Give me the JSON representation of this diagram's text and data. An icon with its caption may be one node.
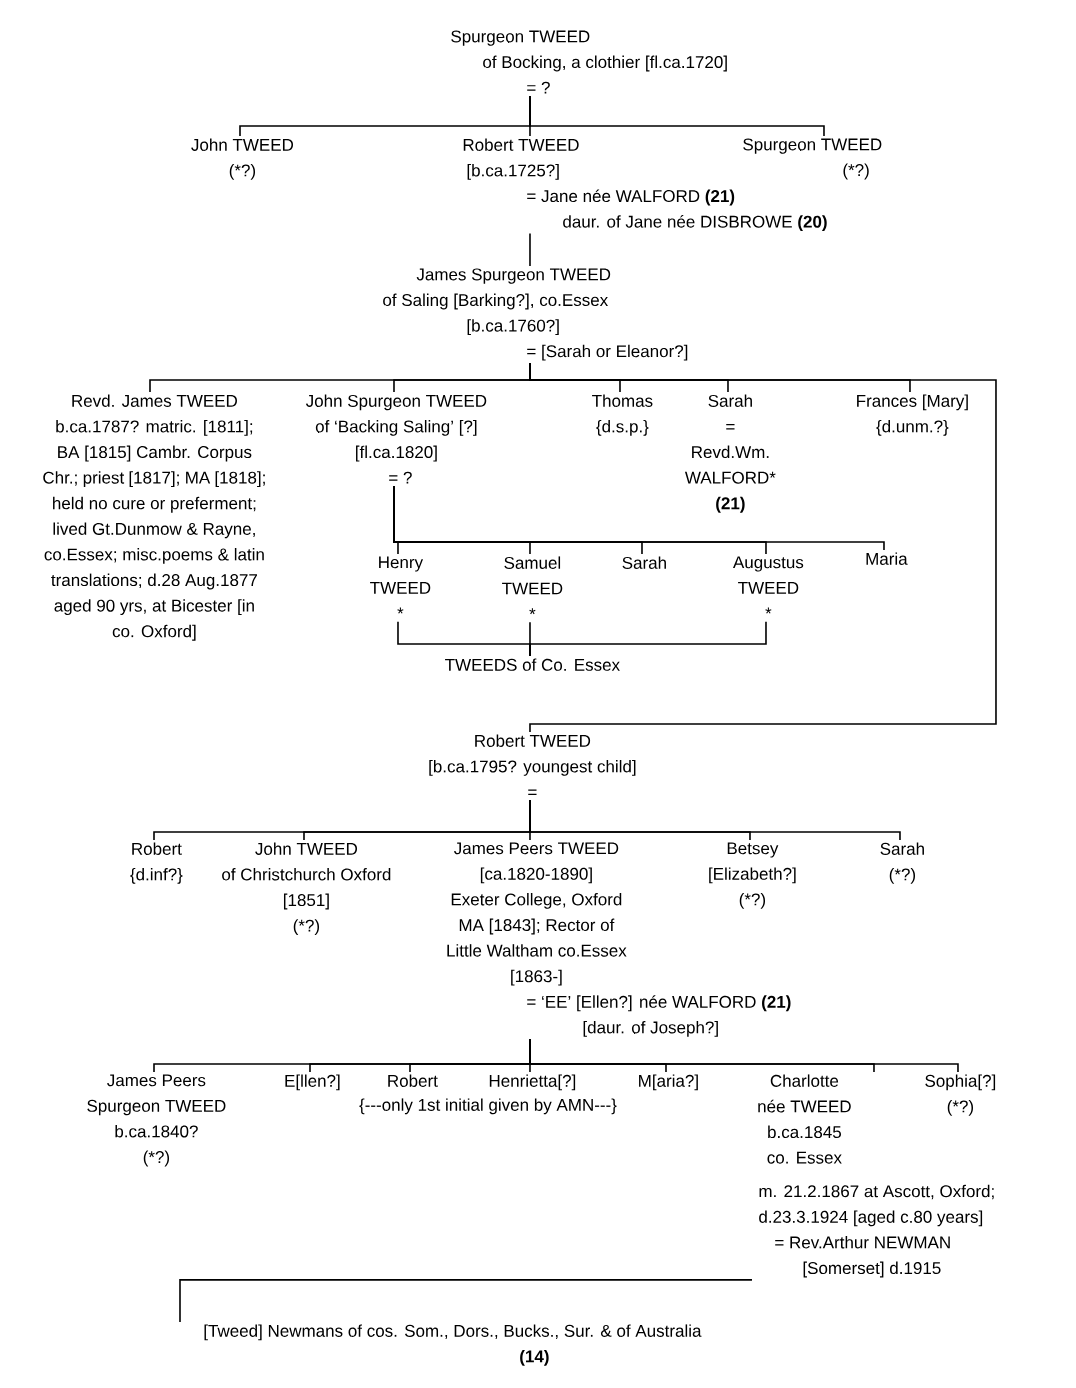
{
  "diagram": {
    "nodes": [
      {
        "text": [
          "Spurgeon TWEED",
          "of Bocking, a clothier [fl.ca.1720]",
          "= ?"
        ]
      },
      {
        "text": [
          "John TWEED",
          "(*?)"
        ]
      },
      {
        "text": [
          "Robert TWEED",
          "[b.ca.1725?]",
          "= Jane née WALFORD **(21)**",
          "daur. of Jane née DISBROWE **(20)**"
        ]
      },
      {
        "text": [
          "Spurgeon TWEED",
          "(*?)"
        ]
      },
      {
        "text": [
          "James Spurgeon TWEED",
          "of Saling [Barking?], co.Essex",
          "[b.ca.1760?]",
          "= [Sarah or Eleanor?]"
        ]
      },
      {
        "text": [
          "Revd. James TWEED b.ca.1787? matric. [1811]; BA [1815] Cambr. Corpus Chr.; priest [1817]; MA [1818]; held no cure or preferment; lived Gt.Dunmow & Rayne, co.Essex; misc.poems & latin translations; d.28 Aug.1877 aged 90 yrs, at Bicester [in co. Oxford]"
        ]
      },
      {
        "text": [
          "John Spurgeon TWEED",
          "of ‘Backing Saling’ [?]",
          "[fl.ca.1820]",
          "= ?"
        ]
      },
      {
        "text": [
          "Thomas",
          "{d.s.p.}"
        ]
      },
      {
        "text": [
          "Sarah",
          "=",
          "Revd.Wm. WALFORD*",
          "(21)"
        ]
      },
      {
        "text": [
          "Frances [Mary]",
          "{d.unm.?}"
        ]
      },
      {
        "text": [
          "Henry TWEED",
          "*"
        ]
      },
      {
        "text": [
          "Samuel TWEED",
          "*"
        ]
      },
      {
        "text": [
          "Sarah"
        ]
      },
      {
        "text": [
          "Augustus TWEED",
          "*"
        ]
      },
      {
        "text": [
          "Maria"
        ]
      },
      {
        "text": [
          "TWEEDS of Co. Essex"
        ]
      },
      {
        "text": [
          "Robert TWEED",
          "[b.ca.1795? youngest child]",
          "="
        ]
      },
      {
        "text": [
          "Robert",
          "{d.inf?}"
        ]
      },
      {
        "text": [
          "John TWEED",
          "of Christchurch Oxford [1851]",
          "(*?)"
        ]
      },
      {
        "text": [
          "James Peers TWEED",
          "[ca.1820-1890]",
          "Exeter College, Oxford MA [1843]; Rector of Little Waltham co.Essex [1863-]",
          "= ‘EE’ [Ellen?] née WALFORD **(21)**",
          "[daur. of Joseph?]"
        ]
      },
      {
        "text": [
          "Betsey",
          "[Elizabeth?]",
          "(*?)"
        ]
      },
      {
        "text": [
          "Sarah",
          "(*?)"
        ]
      },
      {
        "text": [
          "James Peers Spurgeon TWEED",
          "b.ca.1840?",
          "(*?)"
        ]
      },
      {
        "text": [
          "E[llen?]"
        ]
      },
      {
        "text": [
          "Robert"
        ]
      },
      {
        "text": [
          "Henrietta[?]"
        ]
      },
      {
        "text": [
          "M[aria?]"
        ]
      },
      {
        "text": [
          "Charlotte née TWEED",
          "b.ca.1845",
          "co. Essex",
          "m. 21.2.1867 at Ascott, Oxford; d.23.3.1924 [aged c.80 years]",
          "= Rev.Arthur NEWMAN",
          "[Somerset] d.1915"
        ]
      },
      {
        "text": [
          "Sophia[?]",
          "(*?)"
        ]
      },
      {
        "text": [
          "[Tweed] Newmans of cos. Som., Dors., Bucks., Sur. & of Australia",
          "(14)"
        ]
      }
    ],
    "edges": [
      {
        "from": 0,
        "to": 1,
        "arrow": "none"
      },
      {
        "from": 0,
        "to": 2,
        "arrow": "none"
      },
      {
        "from": 0,
        "to": 3,
        "arrow": "none"
      },
      {
        "from": 2,
        "to": 4,
        "arrow": "none"
      },
      {
        "from": 4,
        "to": 5,
        "arrow": "none"
      },
      {
        "from": 4,
        "to": 6,
        "arrow": "none"
      },
      {
        "from": 4,
        "to": 7,
        "arrow": "none"
      },
      {
        "from": 4,
        "to": 8,
        "arrow": "none"
      },
      {
        "from": 4,
        "to": 9,
        "arrow": "none"
      },
      {
        "from": 4,
        "to": 16,
        "arrow": "none"
      },
      {
        "from": 6,
        "to": 10,
        "arrow": "none"
      },
      {
        "from": 6,
        "to": 11,
        "arrow": "none"
      },
      {
        "from": 6,
        "to": 12,
        "arrow": "none"
      },
      {
        "from": 6,
        "to": 13,
        "arrow": "none"
      },
      {
        "from": 6,
        "to": 14,
        "arrow": "none"
      },
      {
        "from": 10,
        "to": 15,
        "arrow": "none"
      },
      {
        "from": 11,
        "to": 15,
        "arrow": "none"
      },
      {
        "from": 13,
        "to": 15,
        "arrow": "none"
      },
      {
        "from": 16,
        "to": 17,
        "arrow": "none"
      },
      {
        "from": 16,
        "to": 18,
        "arrow": "none"
      },
      {
        "from": 16,
        "to": 19,
        "arrow": "none"
      },
      {
        "from": 16,
        "to": 20,
        "arrow": "none"
      },
      {
        "from": 16,
        "to": 21,
        "arrow": "none"
      },
      {
        "from": 19,
        "to": 22,
        "arrow": "none"
      },
      {
        "from": 19,
        "to": 23,
        "arrow": "none"
      },
      {
        "from": 19,
        "to": 24,
        "arrow": "none"
      },
      {
        "from": 19,
        "to": 25,
        "arrow": "none"
      },
      {
        "from": 19,
        "to": 26,
        "arrow": "none"
      },
      {
        "from": 19,
        "to": 27,
        "arrow": "none"
      },
      {
        "from": 19,
        "to": 28,
        "arrow": "none"
      },
      {
        "from": 27,
        "to": 29,
        "arrow": "none"
      }
    ],
    "labels": [
      "{---only 1st initial given by AMN---}"
    ]
  }
}
